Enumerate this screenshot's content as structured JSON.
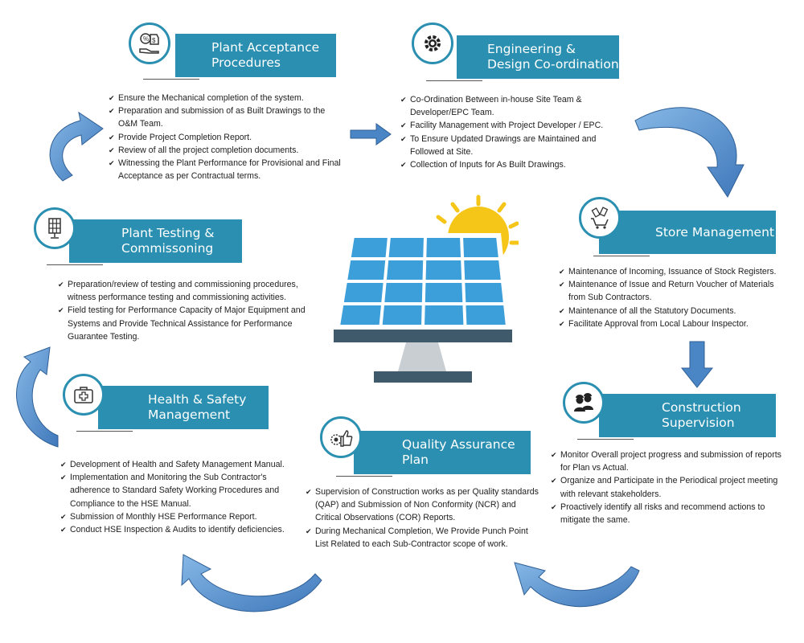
{
  "sections": {
    "plant_acceptance": {
      "title": "Plant Acceptance Procedures",
      "icon": "money-hand-icon",
      "items": [
        "Ensure the Mechanical completion of the system.",
        "Preparation and submission of as Built Drawings to the O&M Team.",
        "Provide Project Completion Report.",
        "Review of all the project completion documents.",
        "Witnessing the Plant Performance for Provisional and Final Acceptance as per Contractual terms."
      ]
    },
    "engineering": {
      "title": "Engineering & Design Co-ordination",
      "icon": "gear-icon",
      "items": [
        "Co-Ordination Between in-house Site Team & Developer/EPC Team.",
        "Facility Management with Project Developer / EPC.",
        "To Ensure Updated Drawings are Maintained and Followed at Site.",
        "Collection of Inputs for As Built Drawings."
      ]
    },
    "store": {
      "title": "Store Management",
      "icon": "cart-icon",
      "items": [
        "Maintenance of Incoming, Issuance of Stock Registers.",
        "Maintenance of Issue and Return Voucher of Materials from Sub Contractors.",
        "Maintenance of all the Statutory Documents.",
        "Facilitate Approval from Local Labour Inspector."
      ]
    },
    "construction": {
      "title": "Construction Supervision",
      "icon": "workers-icon",
      "items": [
        "Monitor Overall project progress and submission of reports for Plan vs Actual.",
        "Organize and Participate in the Periodical project meeting with relevant stakeholders.",
        "Proactively identify all risks and recommend actions to mitigate the same."
      ]
    },
    "quality": {
      "title": "Quality Assurance Plan",
      "icon": "thumbs-up-badge-icon",
      "items": [
        "Supervision of Construction works as per Quality standards (QAP) and Submission of Non Conformity (NCR) and Critical Observations (COR) Reports.",
        "During Mechanical Completion, We Provide Punch Point List Related to each Sub-Contractor scope of work."
      ]
    },
    "health": {
      "title": "Health & Safety Management",
      "icon": "first-aid-kit-icon",
      "items": [
        "Development of Health and Safety Management Manual.",
        "Implementation and Monitoring the Sub Contractor's adherence to Standard Safety Working Procedures and Compliance to the HSE Manual.",
        "Submission of Monthly HSE Performance Report.",
        "Conduct HSE Inspection & Audits to identify deficiencies."
      ]
    },
    "testing": {
      "title": "Plant Testing & Commissoning",
      "icon": "solar-panel-icon",
      "items": [
        "Preparation/review of testing and commissioning procedures, witness performance testing and commissioning activities.",
        "Field testing for Performance Capacity of Major Equipment and Systems and Provide Technical Assistance for Performance Guarantee Testing."
      ]
    }
  },
  "colors": {
    "banner": "#2a8fb0",
    "arrow": "#4a86c6",
    "panel_cell": "#3d9fd9",
    "panel_frame": "#3f5a6b",
    "sun": "#f5c518"
  }
}
